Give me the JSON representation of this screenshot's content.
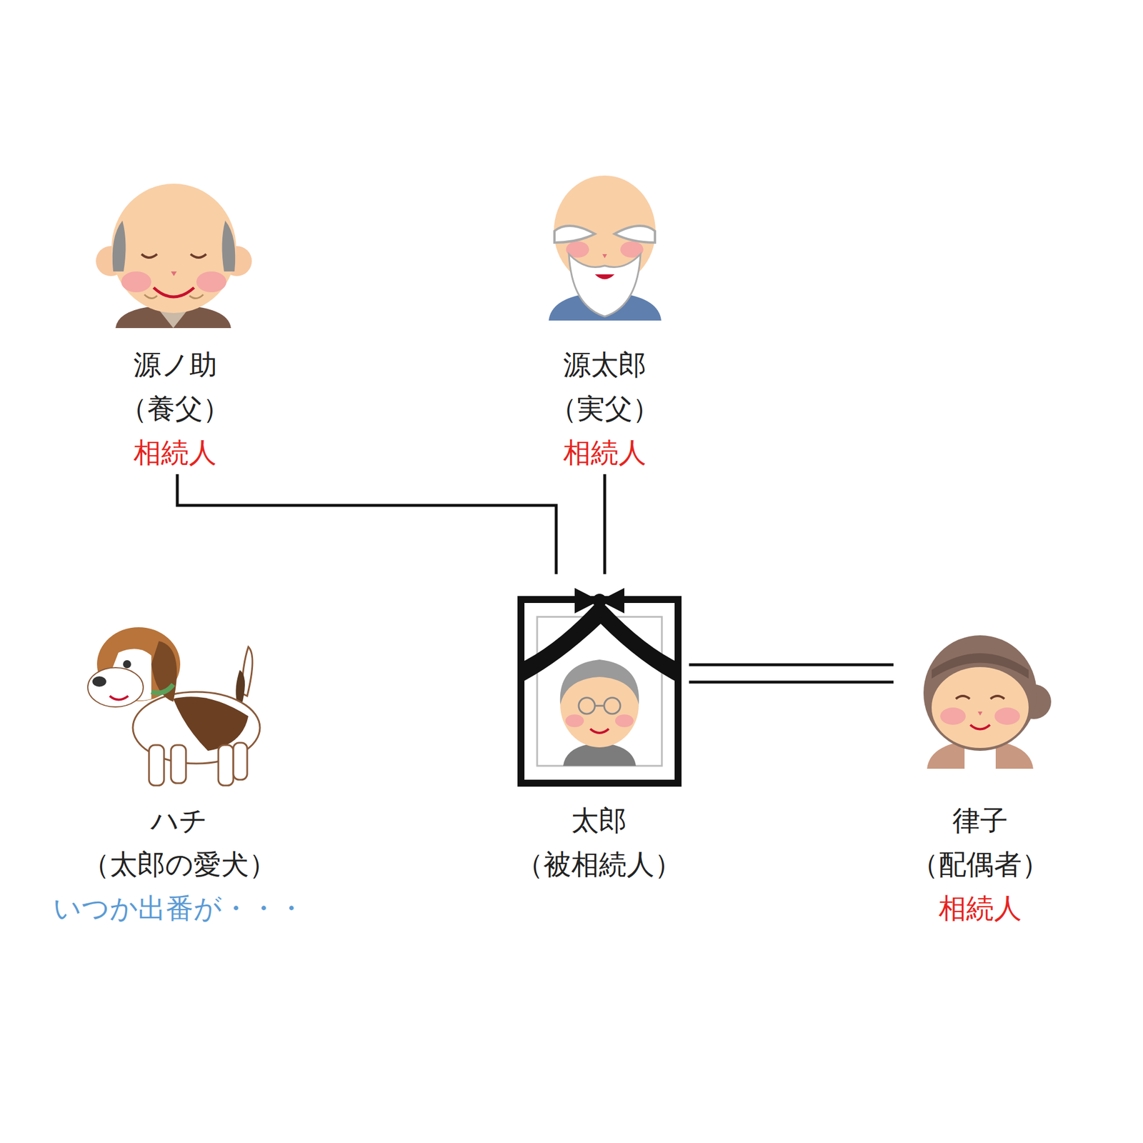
{
  "diagram": {
    "nodes": [
      {
        "text": [
          "源ノ助",
          "（養父）",
          "相続人"
        ]
      },
      {
        "text": [
          "源太郎",
          "（実父）",
          "相続人"
        ]
      },
      {
        "text": [
          "ハチ",
          "（太郎の愛犬）",
          "いつか出番が・・・"
        ]
      },
      {
        "text": [
          "太郎",
          "（被相続人）"
        ]
      },
      {
        "text": [
          "律子",
          "（配偶者）",
          "相続人"
        ]
      }
    ],
    "edges": [
      {
        "from": 0,
        "to": 3,
        "arrow": "none"
      },
      {
        "from": 1,
        "to": 3,
        "arrow": "none"
      },
      {
        "from": 3,
        "to": 4,
        "arrow": "none"
      }
    ]
  }
}
